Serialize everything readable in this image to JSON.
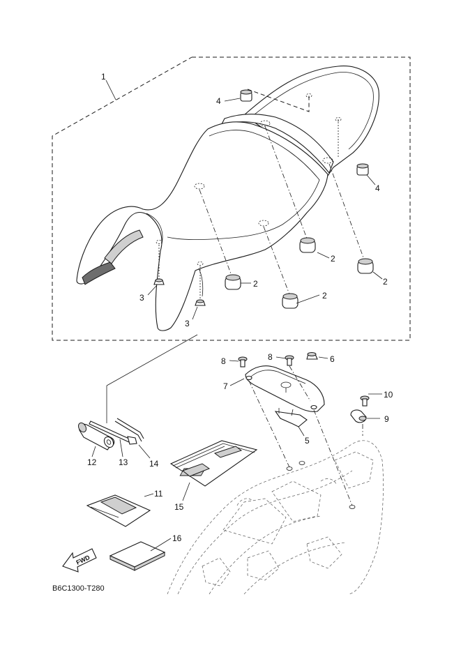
{
  "callouts": [
    "1",
    "2",
    "2",
    "2",
    "2",
    "3",
    "3",
    "4",
    "4",
    "5",
    "6",
    "7",
    "8",
    "8",
    "9",
    "10",
    "11",
    "12",
    "13",
    "14",
    "15",
    "16"
  ],
  "direction_marker": "FWD",
  "diagram_code": "B6C1300-T280"
}
